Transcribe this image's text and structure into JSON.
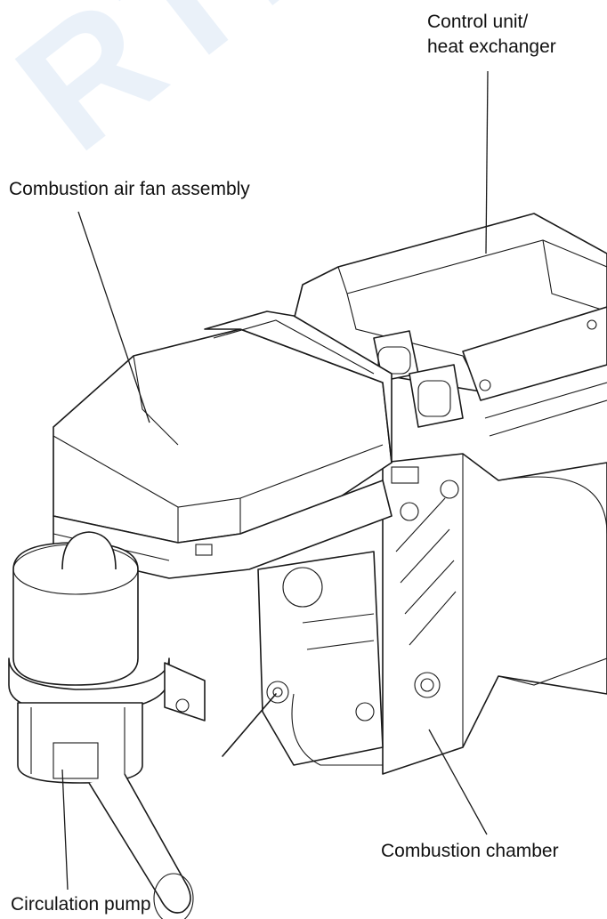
{
  "watermark": "RTEC",
  "labels": {
    "control_unit_line1": "Control unit/",
    "control_unit_line2": "heat exchanger",
    "fan_assembly": "Combustion air fan assembly",
    "combustion_chamber": "Combustion chamber",
    "circulation_pump": "Circulation pump"
  }
}
